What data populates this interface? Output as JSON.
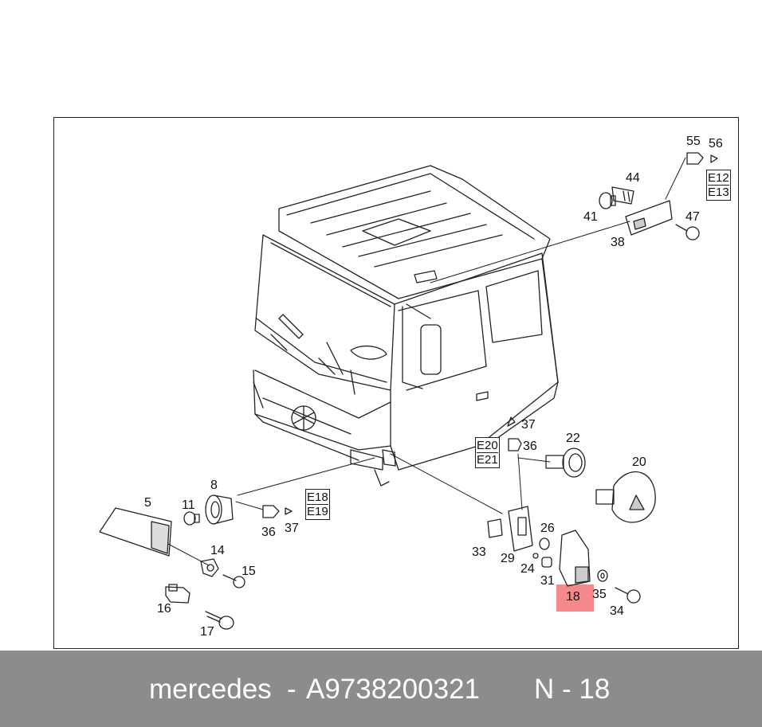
{
  "diagram": {
    "callouts": {
      "c5": "5",
      "c8": "8",
      "c11": "11",
      "c14": "14",
      "c15": "15",
      "c16": "16",
      "c17": "17",
      "c36a": "36",
      "c37a": "37",
      "c38": "38",
      "c41": "41",
      "c44": "44",
      "c47": "47",
      "c55": "55",
      "c56": "56",
      "c37b": "37",
      "c36b": "36",
      "c22": "22",
      "c20": "20",
      "c26": "26",
      "c33": "33",
      "c29": "29",
      "c24": "24",
      "c31": "31",
      "c18": "18",
      "c35": "35",
      "c34": "34"
    },
    "codes": {
      "e12": "E12",
      "e13": "E13",
      "e18": "E18",
      "e19": "E19",
      "e20": "E20",
      "e21": "E21"
    },
    "highlight_part": "18"
  },
  "footer": {
    "brand": "mercedes",
    "separator": "-",
    "part_number": "A9738200321",
    "position_label": "N - 18"
  },
  "colors": {
    "footer_bg": "#8c8c8c",
    "highlight": "#f4888b",
    "line": "#222222"
  }
}
